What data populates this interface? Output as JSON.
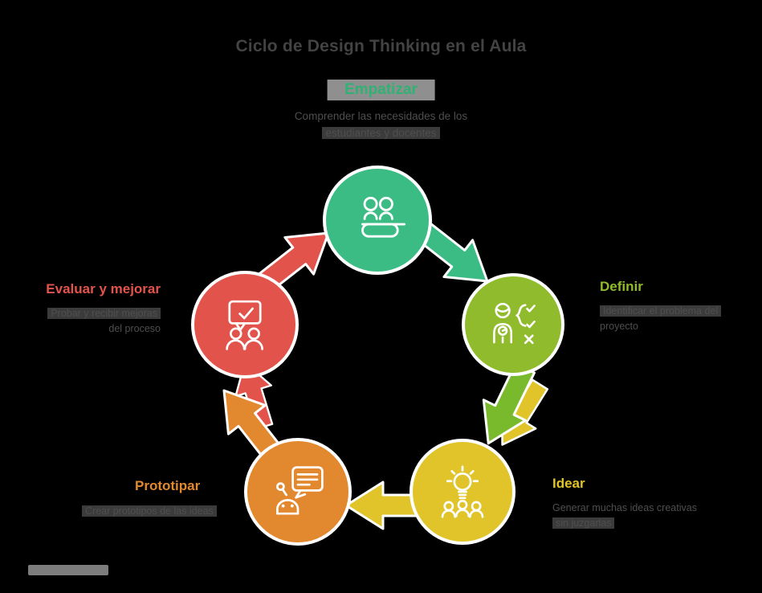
{
  "title": "Ciclo de Design Thinking en el Aula",
  "colors": {
    "c-empatizar": "#3CBC85",
    "c-definir": "#8FBB2C",
    "c-idear": "#E0C42A",
    "c-prototipar": "#E2882F",
    "c-evaluar": "#E2544B",
    "arrow-lime": "#79BA2C",
    "label-green": "#2FB273",
    "hl": "#8F8F8F",
    "desc": "#4F4F4F",
    "title": "#434343",
    "deschl": "#3B3B3B"
  },
  "stages": [
    {
      "key": "empatizar",
      "label": "Empatizar",
      "icon": "team-table-icon",
      "desc1": "Comprender las necesidades de los",
      "desc2": "estudiantes y docentes"
    },
    {
      "key": "definir",
      "label": "Definir",
      "icon": "person-checklist-icon",
      "desc1": "Identificar el problema del",
      "desc2": "proyecto"
    },
    {
      "key": "idear",
      "label": "Idear",
      "icon": "lightbulb-group-icon",
      "desc1": "Generar muchas ideas creativas",
      "desc2": "sin juzgarlas"
    },
    {
      "key": "prototipar",
      "label": "Prototipar",
      "icon": "robot-chat-icon",
      "desc1": "Crear prototipos de las ideas",
      "desc2": ""
    },
    {
      "key": "evaluar",
      "label": "Evaluar y mejorar",
      "icon": "feedback-check-icon",
      "desc1": "Probar y recibir mejoras",
      "desc2": "del proceso"
    }
  ]
}
